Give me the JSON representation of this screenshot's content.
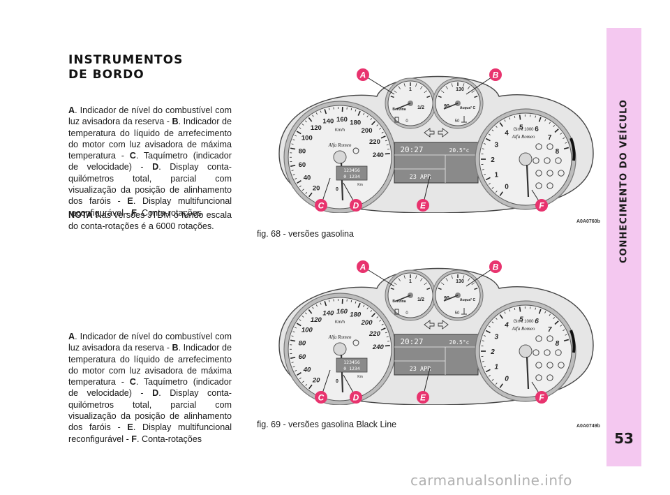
{
  "sidebar": {
    "title": "CONHECIMENTO DO VEÍCULO",
    "page_number": "53"
  },
  "heading": {
    "line1": "INSTRUMENTOS",
    "line2": "DE BORDO"
  },
  "paragraphs": {
    "p1": [
      {
        "t": "A",
        "b": true
      },
      {
        "t": ". Indicador de nível do combustível com luz avisadora da reserva - "
      },
      {
        "t": "B",
        "b": true
      },
      {
        "t": ". Indicador de temperatura do líquido de arrefecimento do motor com luz avisadora de máxima temperatura - "
      },
      {
        "t": "C",
        "b": true
      },
      {
        "t": ". Taquímetro (indicador de velocidade) - "
      },
      {
        "t": "D",
        "b": true
      },
      {
        "t": ". Display conta-quilómetros total, parcial com visualização da posição de alinhamento dos faróis - "
      },
      {
        "t": "E",
        "b": true
      },
      {
        "t": ". Display multifuncional reconfigurável - "
      },
      {
        "t": "F",
        "b": true
      },
      {
        "t": ". Conta-rotações"
      }
    ],
    "note_label": "NOTA",
    "note_text": " Nas versões JTDM o fundo escala do conta-rotações é a 6000 rotações.",
    "p2": [
      {
        "t": "A",
        "b": true
      },
      {
        "t": ". Indicador de nível do combustível com luz avisadora da reserva - "
      },
      {
        "t": "B",
        "b": true
      },
      {
        "t": ". Indicador de temperatura do líquido de arrefecimento do motor com luz avisadora de máxima temperatura - "
      },
      {
        "t": "C",
        "b": true
      },
      {
        "t": ". Taquímetro (indicador de velocidade) - "
      },
      {
        "t": "D",
        "b": true
      },
      {
        "t": ". Display conta-quilómetros total, parcial com visualização da posição de alinhamento dos faróis - "
      },
      {
        "t": "E",
        "b": true
      },
      {
        "t": ". Display multifuncional reconfigurável - "
      },
      {
        "t": "F",
        "b": true
      },
      {
        "t": ". Conta-rotações"
      }
    ]
  },
  "figures": [
    {
      "caption": "fig. 68 - versões gasolina",
      "code": "A0A0760b",
      "style": "italic-sans"
    },
    {
      "caption": "fig. 69 - versões gasolina Black Line",
      "code": "A0A0749b",
      "style": "bold-italic"
    }
  ],
  "cluster": {
    "callouts": [
      "A",
      "B",
      "C",
      "D",
      "E",
      "F"
    ],
    "fuel": {
      "top": "1",
      "mid": "1/2",
      "label": "Benzina",
      "bottom": "0"
    },
    "temp": {
      "top": "130",
      "left": "90",
      "label": "Acqua° C",
      "bottom": "50"
    },
    "speedo": {
      "unit": "Km/h",
      "ticks": [
        "20",
        "40",
        "60",
        "80",
        "100",
        "120",
        "140",
        "160",
        "180",
        "200",
        "220",
        "240"
      ],
      "brand": "Alfa Romeo",
      "odo_total": "123456",
      "odo_trip": "0 1234",
      "odo_unit": "Km",
      "zero": "0"
    },
    "tacho": {
      "unit": "Giri x 1000",
      "ticks": [
        "0",
        "1",
        "2",
        "3",
        "4",
        "5",
        "6",
        "7",
        "8"
      ],
      "brand": "Alfa Romeo"
    },
    "display": {
      "time": "20:27",
      "temp": "20.5°c",
      "date": "23 APR"
    }
  },
  "colors": {
    "sidebar": "#f4c8f0",
    "callout": "#e8336e",
    "housing": "#e4e4e4",
    "dial_light": "#f2f2f2",
    "display": "#8a8a8a"
  },
  "watermark": "carmanualsonline.info"
}
